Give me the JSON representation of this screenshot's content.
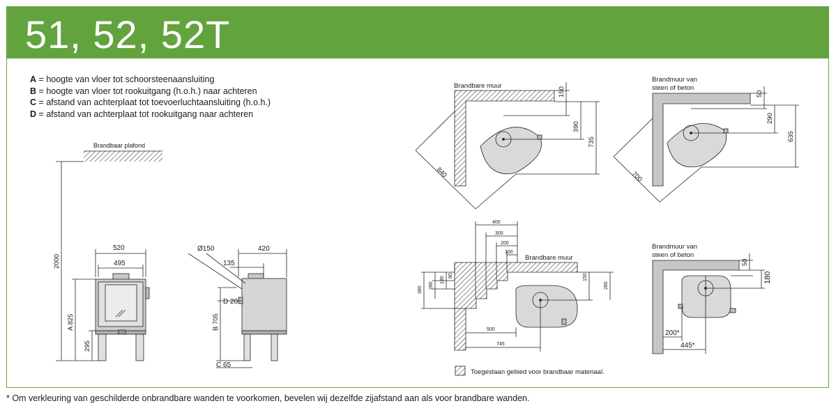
{
  "header": {
    "title": "51, 52, 52T",
    "accent_color": "#63a33e"
  },
  "legend": [
    {
      "key": "A",
      "sep": "=",
      "text": "hoogte van vloer tot schoorsteenaansluiting"
    },
    {
      "key": "B",
      "sep": "=",
      "text": "hoogte van vloer tot rookuitgang (h.o.h.) naar achteren"
    },
    {
      "key": "C",
      "sep": "=",
      "text": "afstand van achterplaat tot toevoerluchtaansluiting (h.o.h.)"
    },
    {
      "key": "D",
      "sep": "=",
      "text": "afstand van achterplaat tot rookuitgang naar achteren"
    }
  ],
  "front_view": {
    "ceiling_label": "Brandbaar plafond",
    "dim_total": "2000",
    "dim_width": "520",
    "dim_inner": "495",
    "dim_a": "A 825",
    "dim_leg": "295"
  },
  "side_view": {
    "dim_diameter": "Ø150",
    "dim_depth": "420",
    "dim_offset": "135",
    "dim_d": "D 20",
    "dim_b": "B 705",
    "dim_c": "C 65"
  },
  "corner_45_combustible": {
    "wall_label": "Brandbare muur",
    "dim_top": "150",
    "dim_mid": "390",
    "dim_right": "735",
    "dim_diag": "840"
  },
  "corner_45_noncombustible": {
    "wall_label_1": "Brandmuur van",
    "wall_label_2": "steen of beton",
    "dim_top": "50",
    "dim_mid": "290",
    "dim_right": "635",
    "dim_diag": "700"
  },
  "wall_combustible": {
    "wall_label": "Brandbare muur",
    "dim_400": "400",
    "dim_300": "300",
    "dim_200": "200",
    "dim_100": "100",
    "dim_left_380": "380",
    "dim_left_280": "280",
    "dim_left_180": "180",
    "dim_left_80": "80",
    "dim_150": "150",
    "dim_280": "280",
    "dim_500": "500",
    "dim_745": "745",
    "hatch_legend": "Toegestaan gebied voor brandbaar materiaal."
  },
  "wall_noncombustible": {
    "wall_label_1": "Brandmuur van",
    "wall_label_2": "steen of beton",
    "dim_50": "50",
    "dim_180": "180",
    "dim_200": "200*",
    "dim_445": "445*"
  },
  "footnote": "* Om verkleuring van geschilderde onbrandbare wanden te voorkomen, bevelen wij dezelfde zijafstand aan als voor brandbare wanden."
}
